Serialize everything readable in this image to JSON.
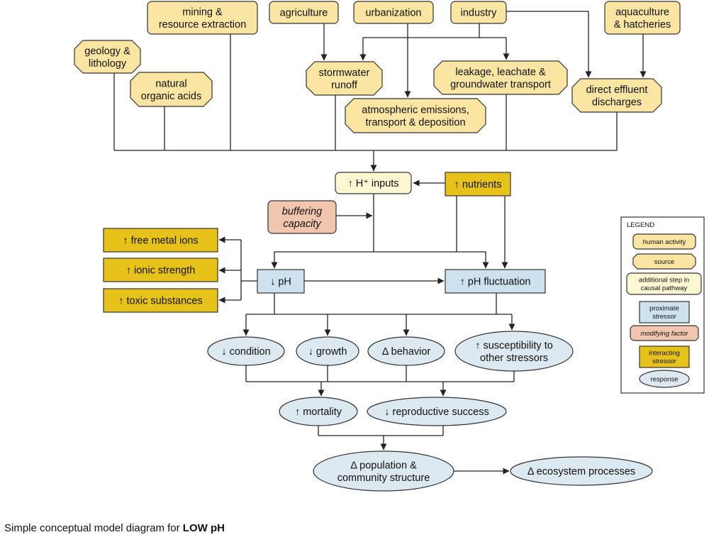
{
  "colors": {
    "human_activity": "#fbe5a3",
    "source": "#fbe5a3",
    "additional_step": "#fdf7d2",
    "proximate_stressor": "#cde2ee",
    "modifying_factor": "#f1c5ae",
    "interacting_stressor": "#e6c21b",
    "response": "#dde9f0",
    "stroke": "#333333",
    "line": "#222222"
  },
  "nodes": {
    "mining": {
      "lines": [
        "mining &",
        "resource extraction"
      ]
    },
    "agriculture": {
      "lines": [
        "agriculture"
      ]
    },
    "urbanization": {
      "lines": [
        "urbanization"
      ]
    },
    "industry": {
      "lines": [
        "industry"
      ]
    },
    "aquaculture": {
      "lines": [
        "aquaculture",
        "& hatcheries"
      ]
    },
    "geology": {
      "lines": [
        "geology &",
        "lithology"
      ]
    },
    "organic_acids": {
      "lines": [
        "natural",
        "organic acids"
      ]
    },
    "stormwater": {
      "lines": [
        "stormwater",
        "runoff"
      ]
    },
    "leakage": {
      "lines": [
        "leakage, leachate &",
        "groundwater transport"
      ]
    },
    "effluent": {
      "lines": [
        "direct effluent",
        "discharges"
      ]
    },
    "atmospheric": {
      "lines": [
        "atmospheric emissions,",
        "transport & deposition"
      ]
    },
    "h_inputs": {
      "lines": [
        "↑ H⁺ inputs"
      ]
    },
    "nutrients": {
      "lines": [
        "↑ nutrients"
      ]
    },
    "buffering": {
      "lines": [
        "buffering",
        "capacity"
      ]
    },
    "metal_ions": {
      "lines": [
        "↑ free metal ions"
      ]
    },
    "ionic": {
      "lines": [
        "↑ ionic strength"
      ]
    },
    "toxic": {
      "lines": [
        "↑ toxic substances"
      ]
    },
    "ph": {
      "lines": [
        "↓ pH"
      ]
    },
    "ph_fluct": {
      "lines": [
        "↑ pH fluctuation"
      ]
    },
    "condition": {
      "lines": [
        "↓ condition"
      ]
    },
    "growth": {
      "lines": [
        "↓ growth"
      ]
    },
    "behavior": {
      "lines": [
        "Δ behavior"
      ]
    },
    "susceptibility": {
      "lines": [
        "↑ susceptibility to",
        "other stressors"
      ]
    },
    "mortality": {
      "lines": [
        "↑ mortality"
      ]
    },
    "reproductive": {
      "lines": [
        "↓ reproductive success"
      ]
    },
    "population": {
      "lines": [
        "Δ population &",
        "community structure"
      ]
    },
    "ecosystem": {
      "lines": [
        "Δ ecosystem processes"
      ]
    }
  },
  "legend": {
    "title": "LEGEND",
    "items": [
      {
        "lines": [
          "human activity"
        ]
      },
      {
        "lines": [
          "source"
        ]
      },
      {
        "lines": [
          "additional step in",
          "causal pathway"
        ]
      },
      {
        "lines": [
          "proximate",
          "stressor"
        ]
      },
      {
        "lines": [
          "modifying factor"
        ]
      },
      {
        "lines": [
          "interacting",
          "stressor"
        ]
      },
      {
        "lines": [
          "response"
        ]
      }
    ]
  },
  "caption": {
    "prefix": "Simple conceptual model diagram for ",
    "emphasis": "LOW pH"
  }
}
